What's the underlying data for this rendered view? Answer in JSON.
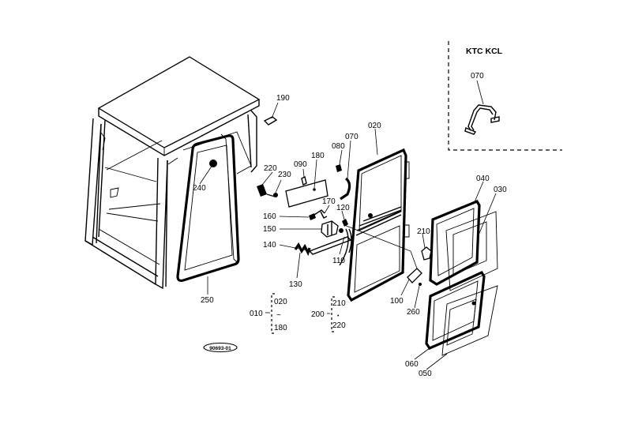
{
  "variant_box": {
    "title": "KTC KCL",
    "part_label": "070"
  },
  "callouts": {
    "c190": "190",
    "c020": "020",
    "c080": "080",
    "c070": "070",
    "c090": "090",
    "c180": "180",
    "c220": "220",
    "c230": "230",
    "c240": "240",
    "c170": "170",
    "c160": "160",
    "c120": "120",
    "c150": "150",
    "c140": "140",
    "c110": "110",
    "c130": "130",
    "c250": "250",
    "c040": "040",
    "c030": "030",
    "c210": "210",
    "c100": "100",
    "c260": "260",
    "c060": "060",
    "c050": "050"
  },
  "groups": {
    "g1": {
      "label": "010",
      "start": "020",
      "tilde": "~",
      "end": "180"
    },
    "g2": {
      "label": "200",
      "start": "210",
      "tilde": "•",
      "end": "220"
    }
  },
  "drawing_id": "90693-01"
}
